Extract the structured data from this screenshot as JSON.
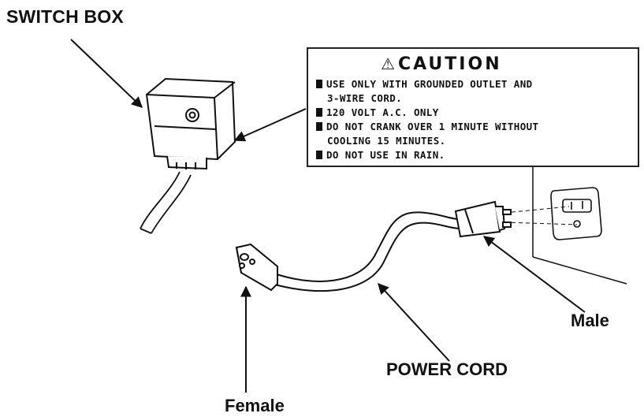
{
  "labels": {
    "switch_box": "SWITCH BOX",
    "male": "Male",
    "power_cord": "POWER CORD",
    "female": "Female"
  },
  "caution": {
    "symbol": "⚠",
    "title": "CAUTION",
    "lines": [
      "USE ONLY WITH GROUNDED OUTLET AND",
      "3-WIRE CORD.",
      "120 VOLT A.C. ONLY",
      "DO NOT CRANK OVER 1 MINUTE WITHOUT",
      "COOLING 15 MINUTES.",
      "DO NOT USE IN RAIN."
    ]
  },
  "colors": {
    "ink": "#111111",
    "background": "#ffffff"
  }
}
